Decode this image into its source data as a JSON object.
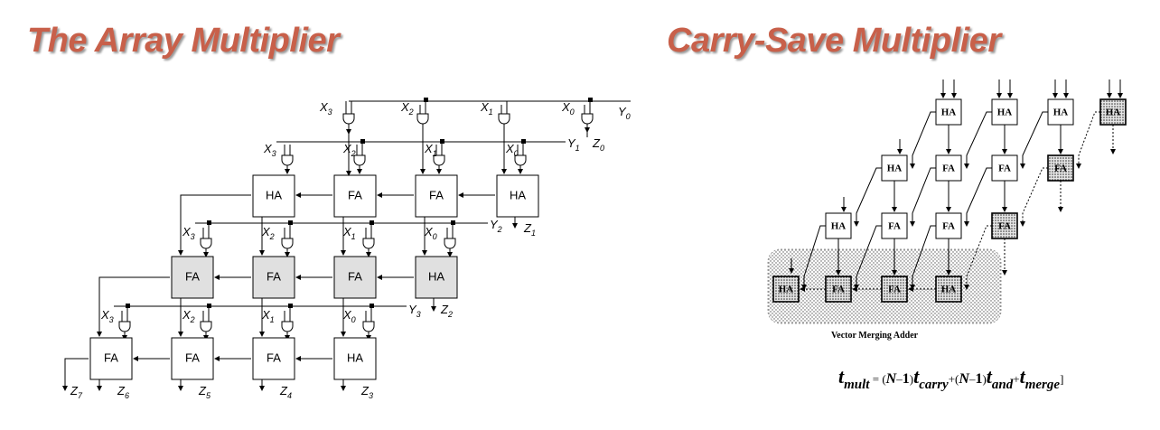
{
  "titles": {
    "left": "The Array Multiplier",
    "right": "Carry-Save Multiplier"
  },
  "array_multiplier": {
    "rows": [
      [
        "HA",
        "FA",
        "FA",
        "HA"
      ],
      [
        "FA",
        "FA",
        "FA",
        "HA"
      ],
      [
        "FA",
        "FA",
        "FA",
        "HA"
      ]
    ],
    "shaded_row": 1,
    "x_labels": [
      "X3",
      "X2",
      "X1",
      "X0"
    ],
    "y_labels": [
      "Y0",
      "Y1",
      "Y2",
      "Y3"
    ],
    "z_labels": [
      "Z0",
      "Z1",
      "Z2",
      "Z3",
      "Z4",
      "Z5",
      "Z6",
      "Z7"
    ]
  },
  "carry_save": {
    "rows": [
      [
        "HA",
        "HA",
        "HA",
        "HA"
      ],
      [
        "HA",
        "FA",
        "FA",
        "FA"
      ],
      [
        "HA",
        "FA",
        "FA",
        "FA"
      ],
      [
        "HA",
        "FA",
        "FA",
        "HA"
      ]
    ],
    "merger_label": "Vector Merging Adder"
  },
  "formula": {
    "t": "t",
    "mult": "mult",
    "eq": "=",
    "n": "N",
    "minus": "–",
    "one": "1",
    "carry": "carry",
    "and": "and",
    "merge": "merge",
    "plus": "+"
  }
}
